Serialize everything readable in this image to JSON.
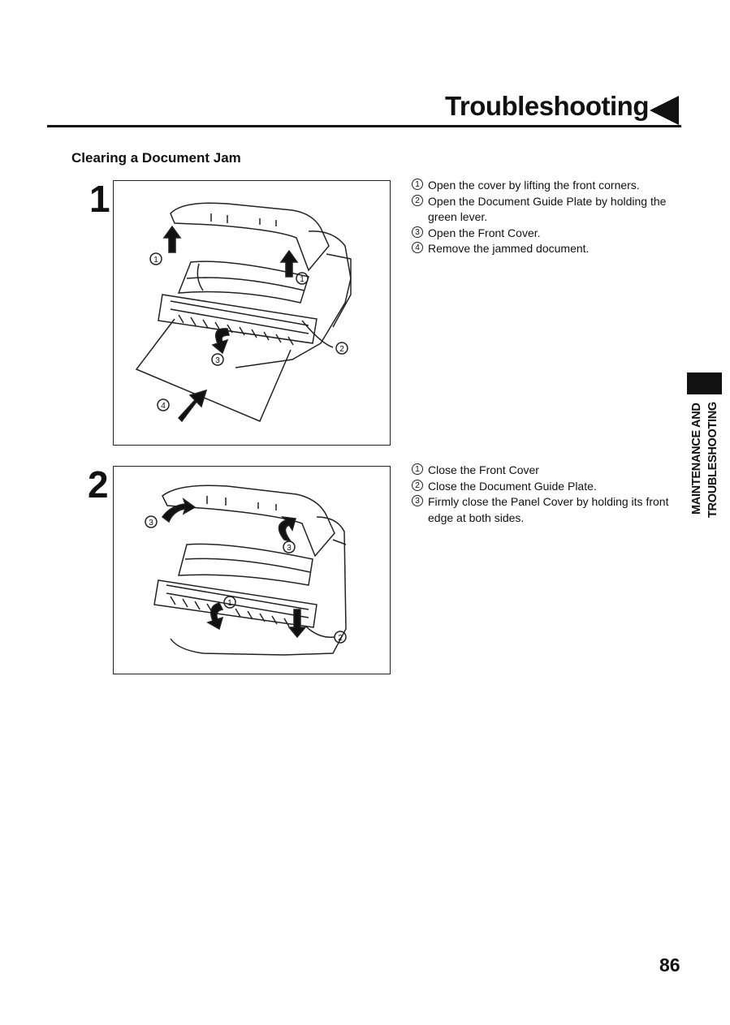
{
  "header": {
    "title": "Troubleshooting"
  },
  "section": {
    "heading": "Clearing a Document Jam"
  },
  "step1": {
    "number": "1",
    "instructions": [
      {
        "marker": "1",
        "text": "Open the cover by lifting the front corners."
      },
      {
        "marker": "2",
        "text": "Open the Document Guide Plate by holding the green lever."
      },
      {
        "marker": "3",
        "text": "Open the Front Cover."
      },
      {
        "marker": "4",
        "text": "Remove the jammed document."
      }
    ],
    "callouts": [
      "1",
      "1",
      "2",
      "3",
      "4"
    ]
  },
  "step2": {
    "number": "2",
    "instructions": [
      {
        "marker": "1",
        "text": "Close the Front Cover"
      },
      {
        "marker": "2",
        "text": "Close the Document Guide Plate."
      },
      {
        "marker": "3",
        "text": "Firmly close the Panel Cover by holding its front edge at both sides."
      }
    ],
    "callouts": [
      "3",
      "3",
      "1",
      "2"
    ]
  },
  "side_tab": {
    "line1": "MAINTENANCE AND",
    "line2": "TROUBLESHOOTING"
  },
  "page_number": "86"
}
